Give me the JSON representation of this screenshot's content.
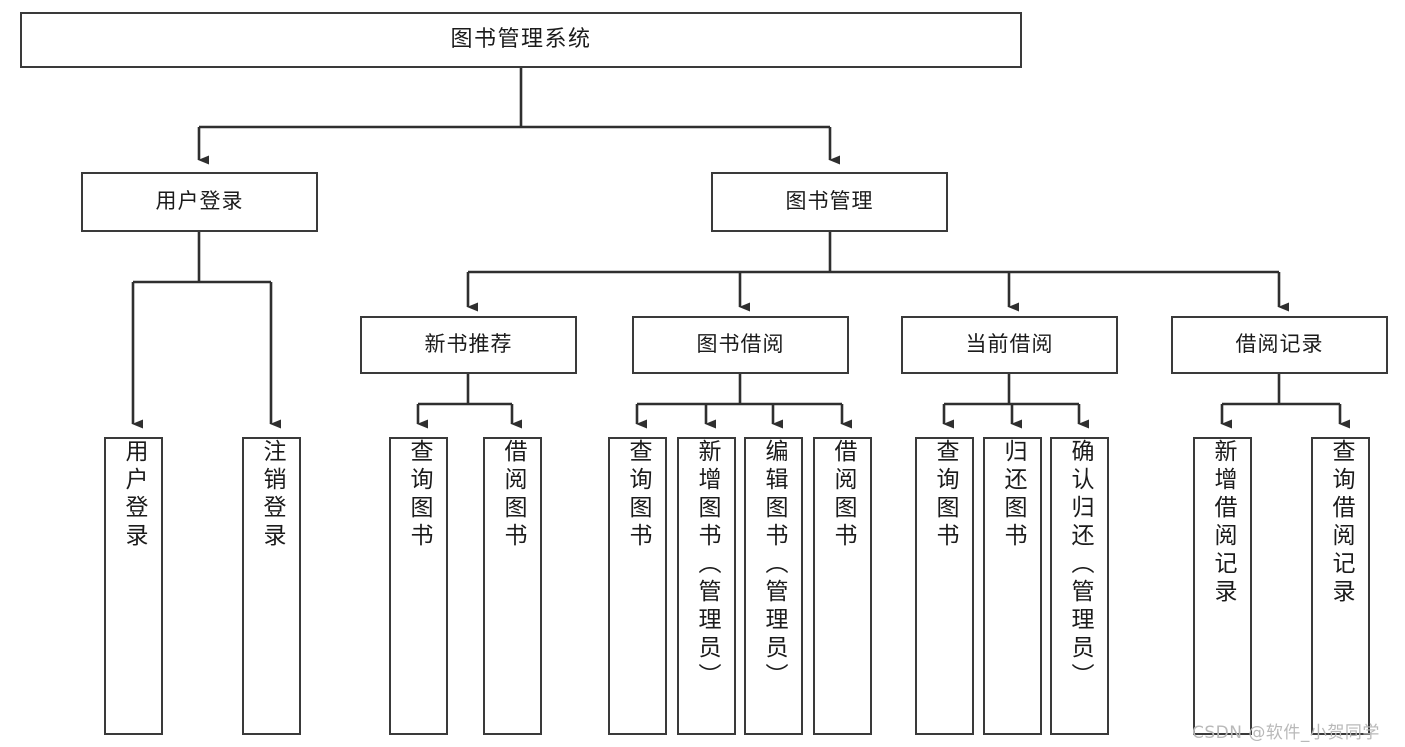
{
  "diagram": {
    "type": "tree-hierarchy",
    "title": "图书管理系统",
    "root": {
      "id": "root",
      "label": "图书管理系统"
    },
    "level2": [
      {
        "id": "user-login",
        "label": "用户登录"
      },
      {
        "id": "book-admin",
        "label": "图书管理"
      }
    ],
    "level3": [
      {
        "id": "new-book-rec",
        "label": "新书推荐",
        "parent": "book-admin"
      },
      {
        "id": "book-borrow",
        "label": "图书借阅",
        "parent": "book-admin"
      },
      {
        "id": "current-borrow",
        "label": "当前借阅",
        "parent": "book-admin"
      },
      {
        "id": "borrow-record",
        "label": "借阅记录",
        "parent": "book-admin"
      }
    ],
    "leaves": {
      "user-login": [
        {
          "id": "leaf-user-login",
          "label": "用户登录"
        },
        {
          "id": "leaf-logout",
          "label": "注销登录"
        }
      ],
      "new-book-rec": [
        {
          "id": "leaf-query-book-1",
          "label": "查询图书"
        },
        {
          "id": "leaf-borrow-book-1",
          "label": "借阅图书"
        }
      ],
      "book-borrow": [
        {
          "id": "leaf-query-book-2",
          "label": "查询图书"
        },
        {
          "id": "leaf-add-book",
          "label": "新增图书（管理员）"
        },
        {
          "id": "leaf-edit-book",
          "label": "编辑图书（管理员）"
        },
        {
          "id": "leaf-borrow-book-2",
          "label": "借阅图书"
        }
      ],
      "current-borrow": [
        {
          "id": "leaf-query-book-3",
          "label": "查询图书"
        },
        {
          "id": "leaf-return-book",
          "label": "归还图书"
        },
        {
          "id": "leaf-confirm-return",
          "label": "确认归还（管理员）"
        }
      ],
      "borrow-record": [
        {
          "id": "leaf-add-record",
          "label": "新增借阅记录"
        },
        {
          "id": "leaf-query-record",
          "label": "查询借阅记录"
        }
      ]
    }
  },
  "watermark": {
    "text": "CSDN @软件_小贺同学"
  },
  "colors": {
    "box_border": "#3a3a3a",
    "box_fill": "#ffffff",
    "text": "#1b1b1b",
    "connector": "#2f2f2f",
    "watermark": "#b9b9b9",
    "background": "#ffffff"
  }
}
